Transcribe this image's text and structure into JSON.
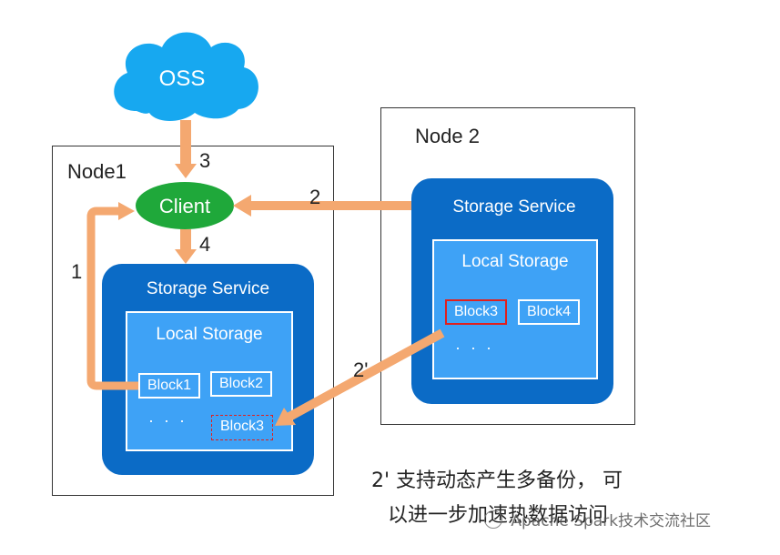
{
  "cloud": {
    "label": "OSS"
  },
  "client": {
    "label": "Client"
  },
  "node1": {
    "label": "Node1",
    "storage_service": "Storage Service",
    "local_storage": "Local Storage",
    "blocks": [
      "Block1",
      "Block2",
      "Block3"
    ],
    "dots": "· · ·"
  },
  "node2": {
    "label": "Node 2",
    "storage_service": "Storage Service",
    "local_storage": "Local Storage",
    "blocks": [
      "Block3",
      "Block4"
    ],
    "dots": "· · ·"
  },
  "arrows": {
    "oss_to_client": "3",
    "client_to_service": "4",
    "block1_to_client": "1",
    "node2_to_client": "2",
    "node2_to_node1": "2'"
  },
  "caption": {
    "line1": "2' 支持动态产生多备份，  可",
    "line2": "以进一步加速热数据访问"
  },
  "watermark": "Apache Spark技术交流社区",
  "colors": {
    "cloud": "#17a8f0",
    "client": "#1fa83a",
    "service": "#0b6bc6",
    "local_storage": "#3ea2f6",
    "arrow": "#f4a870",
    "highlight": "#e0201e"
  }
}
